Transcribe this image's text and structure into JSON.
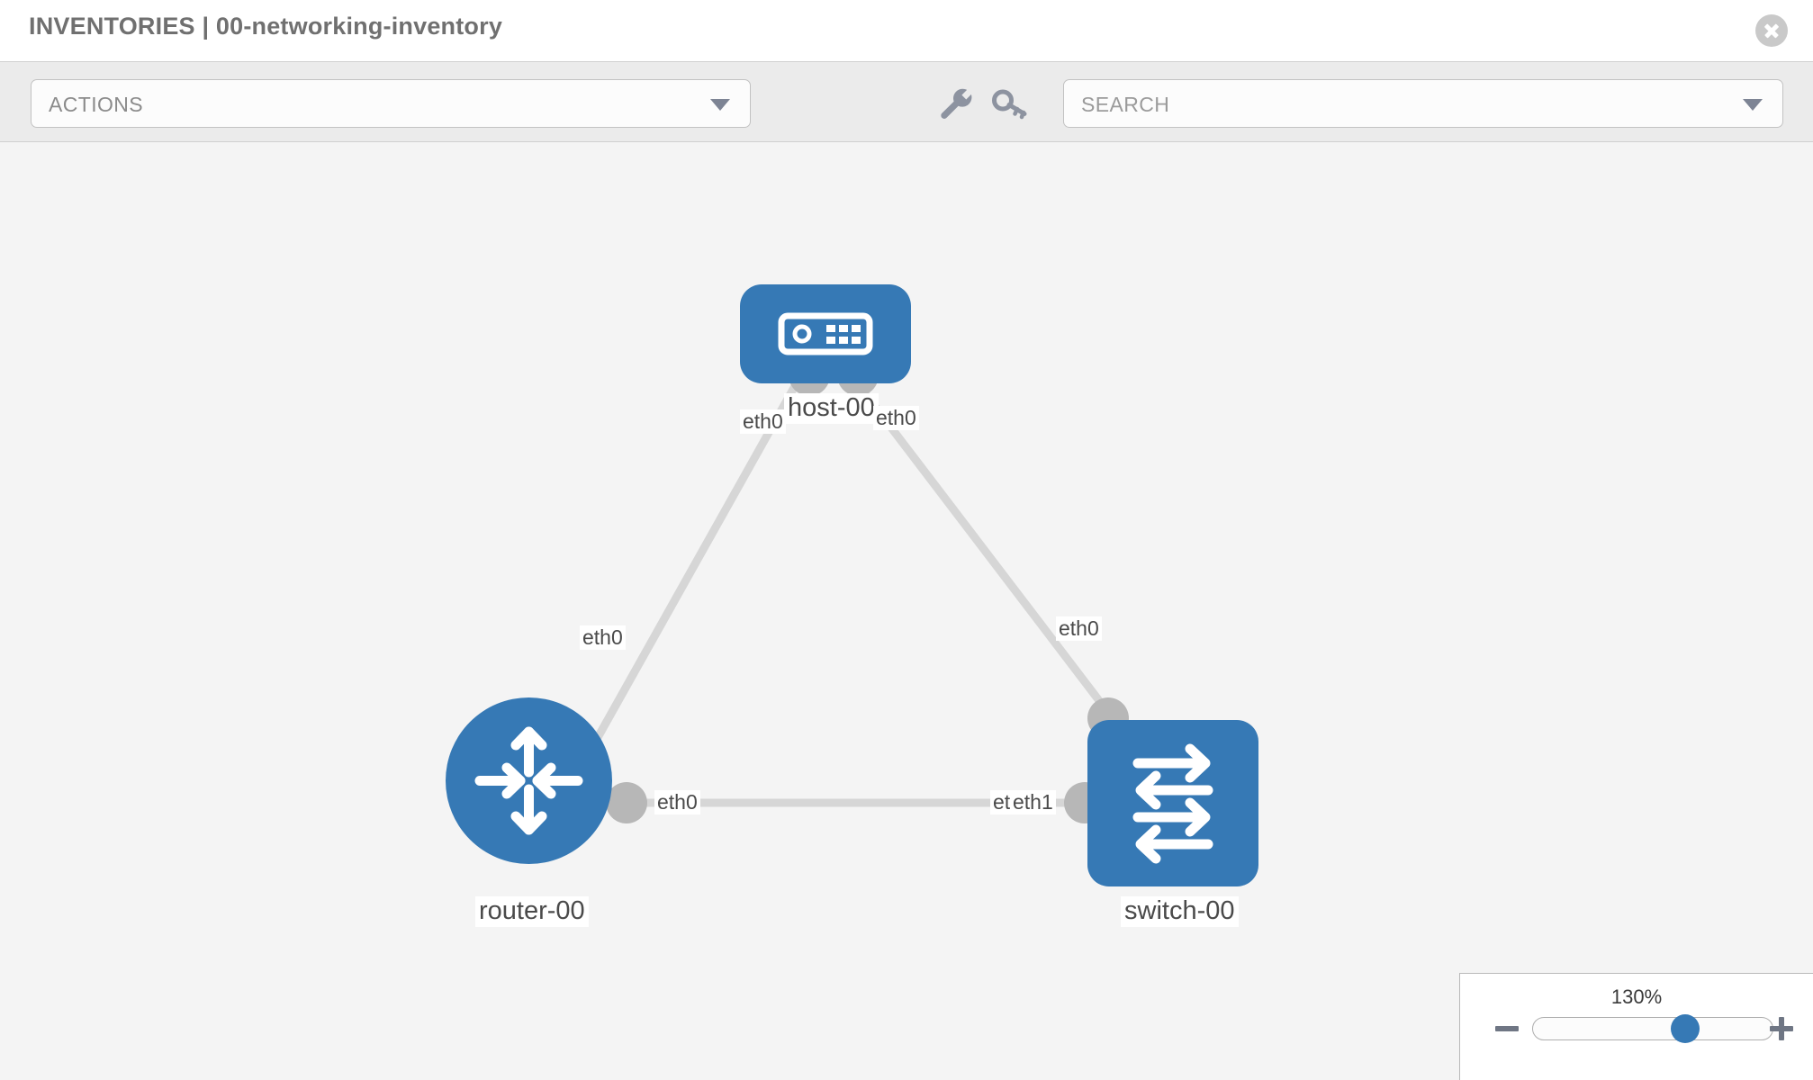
{
  "header": {
    "breadcrumb": "INVENTORIES | 00-networking-inventory",
    "close_icon": "close-icon"
  },
  "toolbar": {
    "actions_label": "ACTIONS",
    "actions_caret": "chevron-down-icon",
    "wrench_icon": "wrench-icon",
    "key_icon": "key-icon",
    "search_placeholder": "SEARCH",
    "search_value": "",
    "search_caret": "chevron-down-icon"
  },
  "topology": {
    "nodes": [
      {
        "id": "host-00",
        "label": "host-00",
        "type": "host",
        "icon": "server-icon"
      },
      {
        "id": "router-00",
        "label": "router-00",
        "type": "router",
        "icon": "router-arrows-icon"
      },
      {
        "id": "switch-00",
        "label": "switch-00",
        "type": "switch",
        "icon": "switch-arrows-icon"
      }
    ],
    "edges": [
      {
        "from": "host-00",
        "to": "router-00",
        "from_label": "eth0",
        "to_label": "eth0"
      },
      {
        "from": "host-00",
        "to": "switch-00",
        "from_label": "eth0",
        "to_label": "eth0"
      },
      {
        "from": "router-00",
        "to": "switch-00",
        "from_label": "eth0",
        "to_label": "eth1"
      }
    ],
    "labels": {
      "host_left_eth": "eth0",
      "host_right_eth": "eth0",
      "router_up_eth": "eth0",
      "switch_up_eth": "eth0",
      "router_right_eth": "eth0",
      "switch_left_eth_under": "eth0",
      "switch_left_eth_over": "eth1"
    },
    "node_color": "#3679b5",
    "edge_color": "#d6d6d6",
    "port_color": "#b7b7b7"
  },
  "zoom_control": {
    "value": "130%",
    "minus_label": "minus-icon",
    "plus_label": "plus-icon"
  }
}
